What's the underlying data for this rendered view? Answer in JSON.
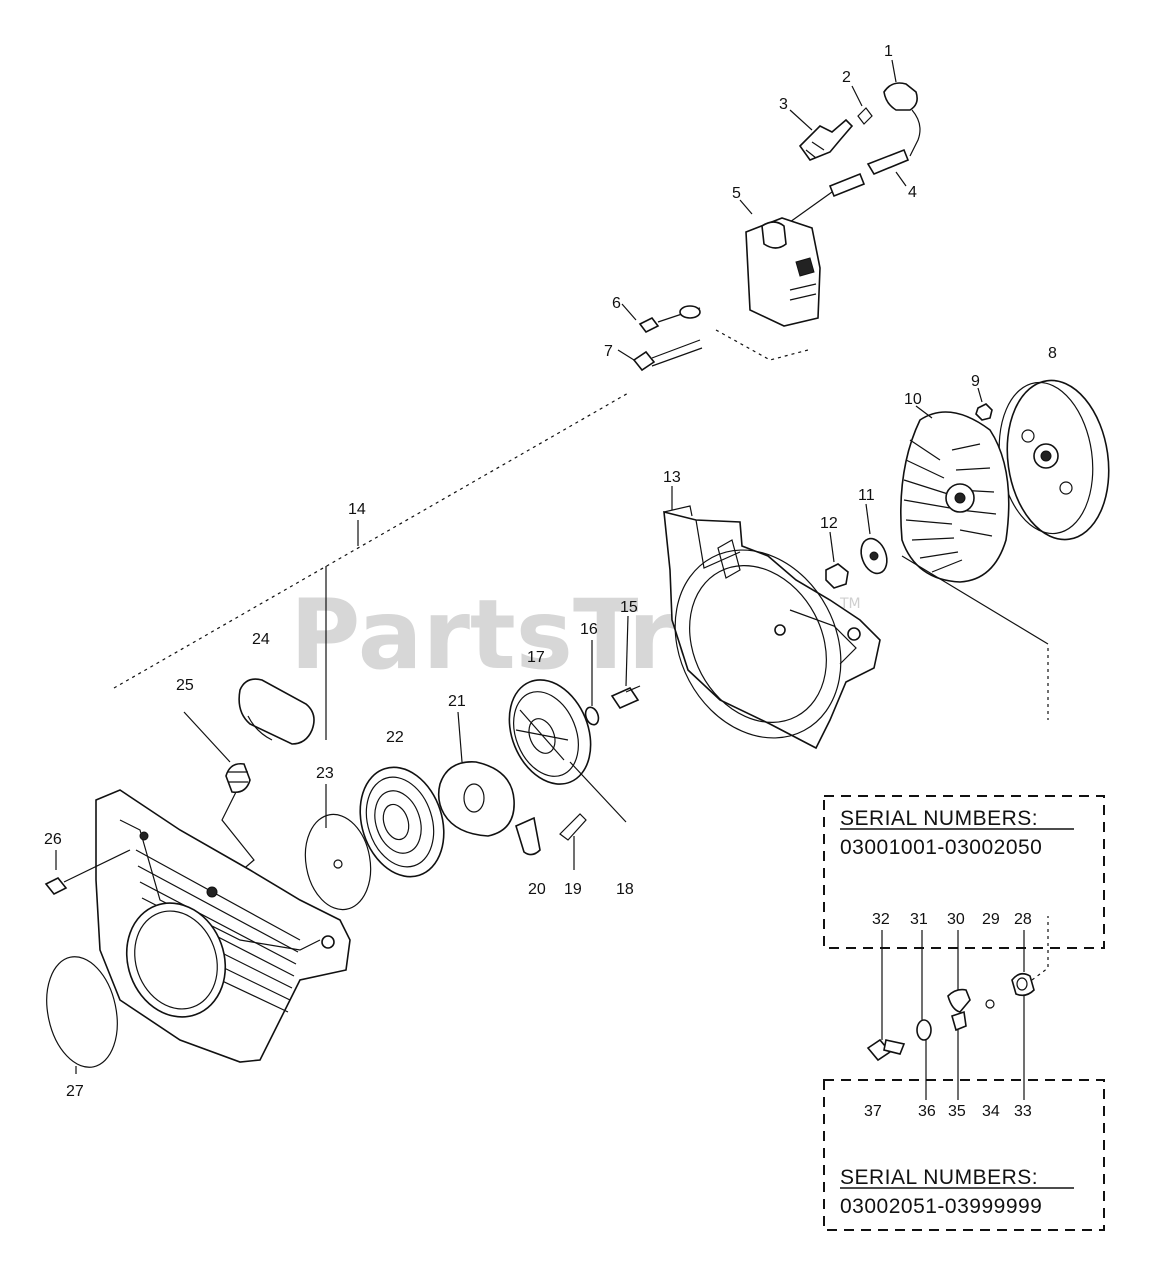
{
  "watermark": {
    "text": "PartsTree",
    "tm": "TM"
  },
  "callouts": {
    "c1": "1",
    "c2": "2",
    "c3": "3",
    "c4": "4",
    "c5": "5",
    "c6": "6",
    "c7": "7",
    "c8": "8",
    "c9": "9",
    "c10": "10",
    "c11": "11",
    "c12": "12",
    "c13": "13",
    "c14": "14",
    "c15": "15",
    "c16": "16",
    "c17": "17",
    "c18": "18",
    "c19": "19",
    "c20": "20",
    "c21": "21",
    "c22": "22",
    "c23": "23",
    "c24": "24",
    "c25": "25",
    "c26": "26",
    "c27": "27",
    "c28": "28",
    "c29": "29",
    "c30": "30",
    "c31": "31",
    "c32": "32",
    "c33": "33",
    "c34": "34",
    "c35": "35",
    "c36": "36",
    "c37": "37"
  },
  "serial_boxes": {
    "upper": {
      "heading": "SERIAL NUMBERS:",
      "range": "03001001-03002050"
    },
    "lower": {
      "heading": "SERIAL NUMBERS:",
      "range": "03002051-03999999"
    }
  }
}
